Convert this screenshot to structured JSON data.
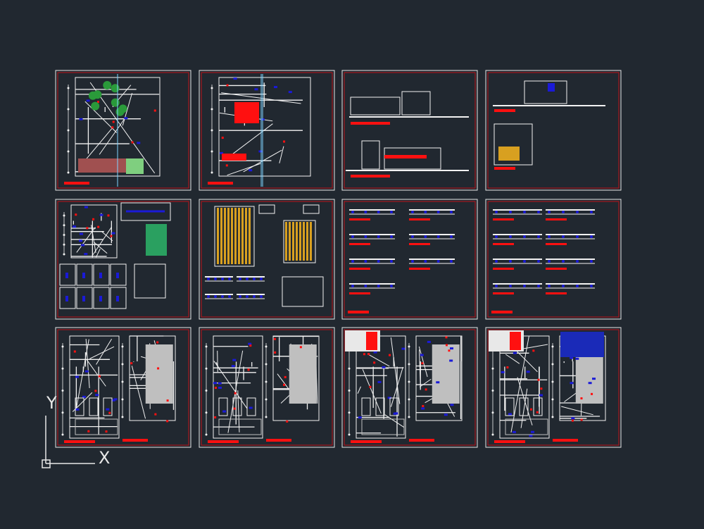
{
  "viewport": {
    "background": "#212830",
    "sheet_border_color": "#e6e6e6",
    "sheet_frame_color": "#c0131a",
    "sheet_count": 12
  },
  "ucs_icon": {
    "x_label": "X",
    "y_label": "Y"
  },
  "colors": {
    "walls": "#f2f2f2",
    "hatch": "#bfbfbf",
    "red": "#ff1010",
    "blue": "#1a1ad8",
    "cyan": "#7fd3ff",
    "green": "#2a9a3a",
    "yellow": "#d8a020"
  }
}
